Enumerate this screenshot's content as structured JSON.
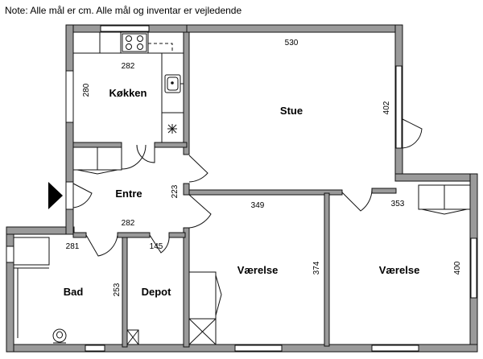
{
  "note": "Note: Alle mål er cm. Alle mål og inventar er vejledende",
  "rooms": {
    "kitchen": "Køkken",
    "living": "Stue",
    "entrance": "Entre",
    "bath": "Bad",
    "storage": "Depot",
    "bedroom1": "Værelse",
    "bedroom2": "Værelse"
  },
  "dims": {
    "kitchen_w": "282",
    "kitchen_h": "280",
    "living_w": "530",
    "living_h": "402",
    "entrance_w": "282",
    "entrance_h": "223",
    "bath_w": "281",
    "bath_h": "253",
    "storage_w": "145",
    "bedroom1_w": "349",
    "bedroom1_h": "374",
    "bedroom2_w": "353",
    "bedroom2_h": "400"
  }
}
